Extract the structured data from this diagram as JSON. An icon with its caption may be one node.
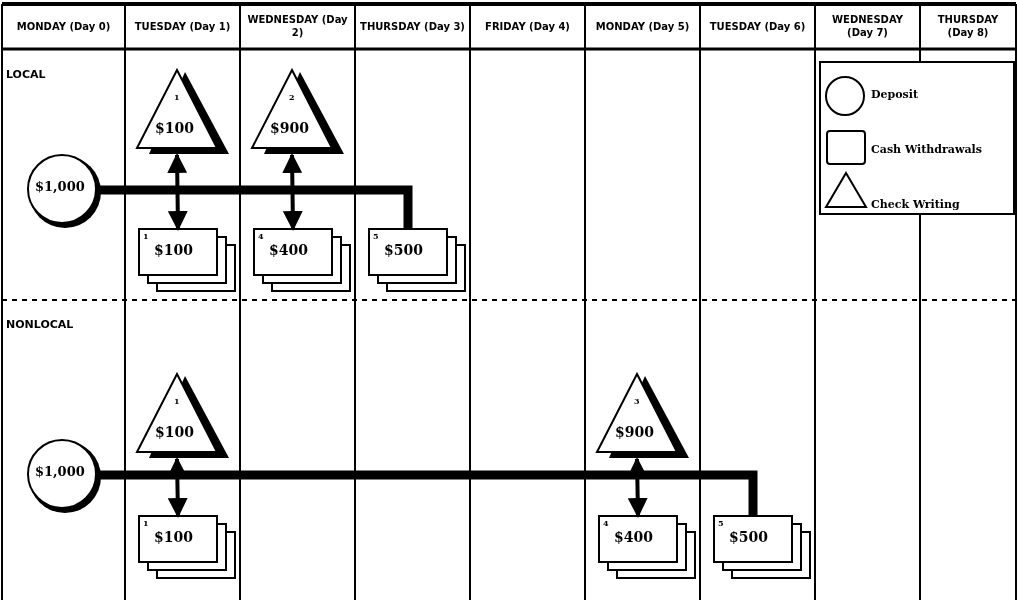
{
  "diagram": {
    "nodes": [
      {
        "text": [
          "$1,000"
        ]
      },
      {
        "text": [
          "1",
          "$100"
        ]
      },
      {
        "text": [
          "2",
          "$900"
        ]
      },
      {
        "text": [
          "1",
          "$100"
        ]
      },
      {
        "text": [
          "4",
          "$400"
        ]
      },
      {
        "text": [
          "5",
          "$500"
        ]
      },
      {
        "text": [
          "$1,000"
        ]
      },
      {
        "text": [
          "1",
          "$100"
        ]
      },
      {
        "text": [
          "3",
          "$900"
        ]
      },
      {
        "text": [
          "1",
          "$100"
        ]
      },
      {
        "text": [
          "4",
          "$400"
        ]
      },
      {
        "text": [
          "5",
          "$500"
        ]
      }
    ],
    "edges": [
      {
        "from": 0,
        "to": 5,
        "arrow": "none",
        "style": "thick"
      },
      {
        "from": 1,
        "to": 3,
        "arrow": "both"
      },
      {
        "from": 2,
        "to": 4,
        "arrow": "both"
      },
      {
        "from": 6,
        "to": 11,
        "arrow": "none",
        "style": "thick"
      },
      {
        "from": 7,
        "to": 9,
        "arrow": "both"
      },
      {
        "from": 8,
        "to": 10,
        "arrow": "both"
      }
    ],
    "labels": [
      "MONDAY (Day 0)",
      "TUESDAY (Day 1)",
      "WEDNESDAY (Day 2)",
      "THURSDAY (Day 3)",
      "FRIDAY (Day 4)",
      "MONDAY (Day 5)",
      "TUESDAY (Day 6)",
      "WEDNESDAY (Day 7)",
      "THURSDAY (Day 8)",
      "LOCAL",
      "NONLOCAL"
    ],
    "legend": [
      {
        "text": "Deposit"
      },
      {
        "text": "Cash Withdrawals"
      },
      {
        "text": "Check Writing"
      }
    ]
  }
}
